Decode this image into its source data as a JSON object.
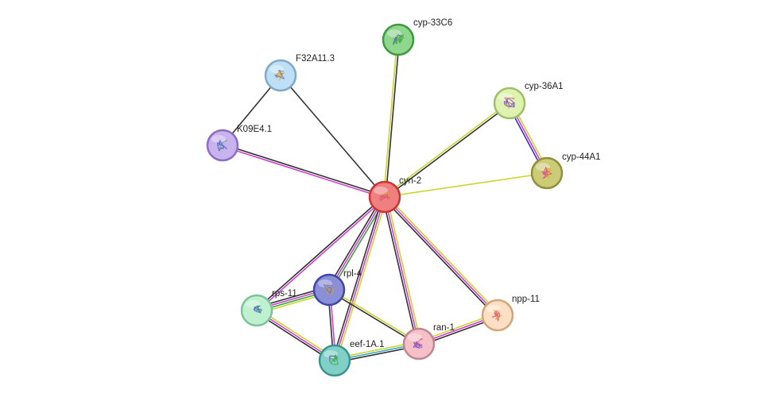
{
  "network": {
    "nodes": [
      {
        "id": "cyn-2",
        "label": "cyn-2",
        "color": "#f08080",
        "stroke": "#cc3333",
        "icon": "protein-structure-icon"
      },
      {
        "id": "F32A11.3",
        "label": "F32A11.3",
        "color": "#bde0f7",
        "stroke": "#7fa9c9",
        "icon": "protein-structure-icon"
      },
      {
        "id": "K09E4.1",
        "label": "K09E4.1",
        "color": "#c9b3ee",
        "stroke": "#8e6cc2",
        "icon": "protein-structure-icon"
      },
      {
        "id": "cyp-33C6",
        "label": "cyp-33C6",
        "color": "#8fd68f",
        "stroke": "#3f9a3f",
        "icon": "protein-structure-icon"
      },
      {
        "id": "cyp-36A1",
        "label": "cyp-36A1",
        "color": "#dff2b0",
        "stroke": "#9ec06a",
        "icon": "protein-structure-icon"
      },
      {
        "id": "cyp-44A1",
        "label": "cyp-44A1",
        "color": "#cccc77",
        "stroke": "#8f8f3c",
        "icon": "protein-structure-icon"
      },
      {
        "id": "rpl-4",
        "label": "rpl-4",
        "color": "#8a8fd6",
        "stroke": "#3f47a8",
        "icon": "protein-structure-icon"
      },
      {
        "id": "rps-11",
        "label": "rps-11",
        "color": "#bff0cf",
        "stroke": "#7cc49a",
        "icon": "protein-structure-icon"
      },
      {
        "id": "eef-1A.1",
        "label": "eef-1A.1",
        "color": "#80d0c8",
        "stroke": "#3a9590",
        "icon": "protein-structure-icon"
      },
      {
        "id": "ran-1",
        "label": "ran-1",
        "color": "#f6c0c8",
        "stroke": "#c08790",
        "icon": "protein-structure-icon"
      },
      {
        "id": "npp-11",
        "label": "npp-11",
        "color": "#fde0c4",
        "stroke": "#d3a579",
        "icon": "protein-structure-icon"
      }
    ],
    "edges": [
      {
        "source": "cyn-2",
        "target": "cyp-33C6",
        "colors": [
          "#c8d62e",
          "#333333"
        ]
      },
      {
        "source": "cyn-2",
        "target": "F32A11.3",
        "colors": [
          "#333333"
        ]
      },
      {
        "source": "F32A11.3",
        "target": "K09E4.1",
        "colors": [
          "#333333"
        ]
      },
      {
        "source": "cyn-2",
        "target": "K09E4.1",
        "colors": [
          "#d040d0",
          "#333333"
        ]
      },
      {
        "source": "cyn-2",
        "target": "cyp-36A1",
        "colors": [
          "#c8d62e",
          "#333333"
        ]
      },
      {
        "source": "cyn-2",
        "target": "cyp-44A1",
        "colors": [
          "#c8d62e"
        ]
      },
      {
        "source": "cyp-36A1",
        "target": "cyp-44A1",
        "colors": [
          "#c8d62e",
          "#d040d0",
          "#3333cc"
        ]
      },
      {
        "source": "cyn-2",
        "target": "rpl-4",
        "colors": [
          "#3aa63a",
          "#d040d0",
          "#333333"
        ]
      },
      {
        "source": "cyn-2",
        "target": "rps-11",
        "colors": [
          "#d040d0",
          "#333333"
        ]
      },
      {
        "source": "cyn-2",
        "target": "eef-1A.1",
        "colors": [
          "#c8d62e",
          "#d040d0",
          "#333333"
        ]
      },
      {
        "source": "cyn-2",
        "target": "ran-1",
        "colors": [
          "#c8d62e",
          "#d040d0",
          "#333333"
        ]
      },
      {
        "source": "cyn-2",
        "target": "npp-11",
        "colors": [
          "#c8d62e",
          "#d040d0",
          "#333333"
        ]
      },
      {
        "source": "rpl-4",
        "target": "rps-11",
        "colors": [
          "#c8d62e",
          "#3aa63a",
          "#d040d0",
          "#333333"
        ]
      },
      {
        "source": "rpl-4",
        "target": "eef-1A.1",
        "colors": [
          "#d040d0",
          "#333333"
        ]
      },
      {
        "source": "rpl-4",
        "target": "ran-1",
        "colors": [
          "#c8d62e",
          "#333333"
        ]
      },
      {
        "source": "rps-11",
        "target": "eef-1A.1",
        "colors": [
          "#c8d62e",
          "#d040d0",
          "#333333"
        ]
      },
      {
        "source": "eef-1A.1",
        "target": "ran-1",
        "colors": [
          "#c8d62e",
          "#3aa6c8",
          "#333333"
        ]
      },
      {
        "source": "ran-1",
        "target": "npp-11",
        "colors": [
          "#c8d62e",
          "#d040d0",
          "#333333"
        ]
      }
    ]
  }
}
